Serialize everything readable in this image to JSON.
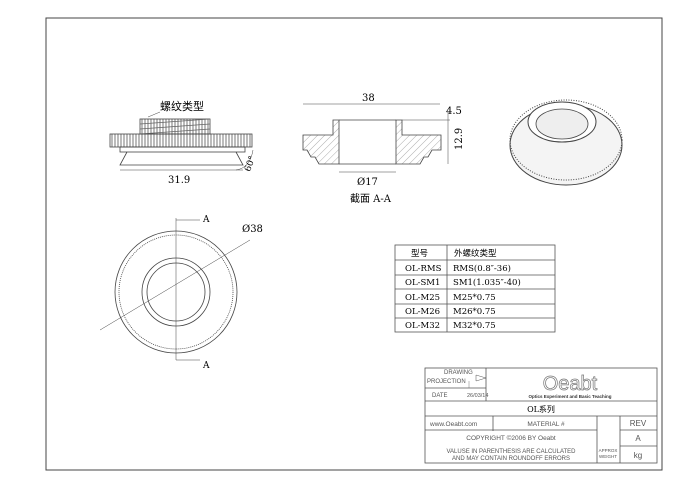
{
  "front_view": {
    "thread_label": "螺纹类型",
    "width_dim": "31.9",
    "angle_dim": "60°"
  },
  "section_view": {
    "width_dim": "38",
    "lip_dim": "4.5",
    "height_dim": "12.9",
    "bore_dim": "Ø17",
    "title": "截面 A-A"
  },
  "top_view": {
    "diameter_dim": "Ø38",
    "section_mark_top": "A",
    "section_mark_bottom": "A"
  },
  "thread_table": {
    "headers": [
      "型号",
      "外螺纹类型"
    ],
    "rows": [
      [
        "OL-RMS",
        "RMS(0.8″-36)"
      ],
      [
        "OL-SM1",
        "SM1(1.035″-40)"
      ],
      [
        "OL-M25",
        "M25*0.75"
      ],
      [
        "OL-M26",
        "M26*0.75"
      ],
      [
        "OL-M32",
        "M32*0.75"
      ]
    ]
  },
  "title_block": {
    "drawing": "DRAWING",
    "projection": "PROJECTION",
    "date_label": "DATE",
    "date_value": "26/03/14",
    "logo": "Oeabt",
    "tagline": "Optics Experiment and Basic Teaching",
    "part_name": "OL系列",
    "website": "www.Oeabt.com",
    "material": "MATERIAL #",
    "rev_label": "REV",
    "rev_value": "A",
    "copyright": "COPYRIGHT ©2006 BY Oeabt",
    "note_line1": "VALUSE IN PARENTHESIS ARE CALCULATED",
    "note_line2": "AND MAY CONTAIN ROUNDOFF ERRORS",
    "approx": "APPROX",
    "weight": "WEIGHT",
    "weight_unit": "kg"
  }
}
